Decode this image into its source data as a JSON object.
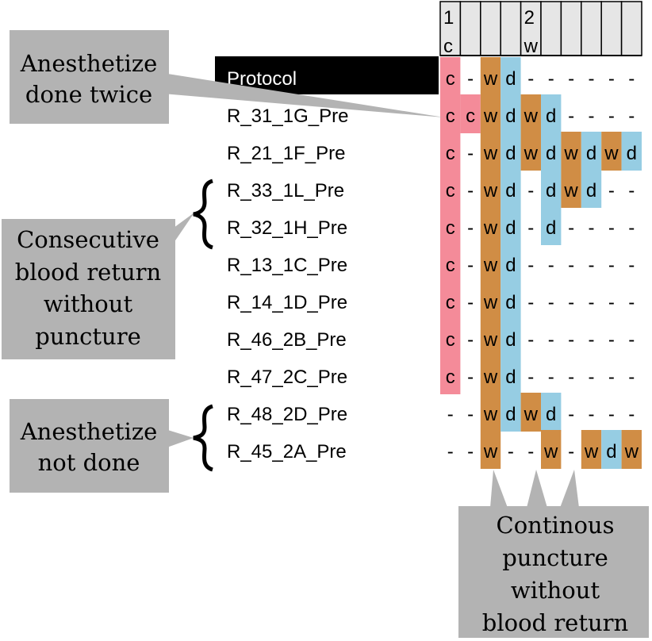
{
  "header_cells": [
    {
      "top": "1",
      "bottom": "c"
    },
    {
      "top": "",
      "bottom": ""
    },
    {
      "top": "",
      "bottom": ""
    },
    {
      "top": "",
      "bottom": ""
    },
    {
      "top": "2",
      "bottom": "w"
    },
    {
      "top": "",
      "bottom": ""
    },
    {
      "top": "",
      "bottom": ""
    },
    {
      "top": "",
      "bottom": ""
    },
    {
      "top": "",
      "bottom": ""
    },
    {
      "top": "",
      "bottom": ""
    }
  ],
  "rows": [
    {
      "label": "Protocol",
      "seq": "c-wd------",
      "is_protocol": true
    },
    {
      "label": "R_31_1G_Pre",
      "seq": "ccwdwd----"
    },
    {
      "label": "R_21_1F_Pre",
      "seq": "c-wdwdwdwd"
    },
    {
      "label": "R_33_1L_Pre",
      "seq": "c-wd-dwd--"
    },
    {
      "label": "R_32_1H_Pre",
      "seq": "c-wd-d----"
    },
    {
      "label": "R_13_1C_Pre",
      "seq": "c-wd------"
    },
    {
      "label": "R_14_1D_Pre",
      "seq": "c-wd------"
    },
    {
      "label": "R_46_2B_Pre",
      "seq": "c-wd------"
    },
    {
      "label": "R_47_2C_Pre",
      "seq": "c-wd------"
    },
    {
      "label": "R_48_2D_Pre",
      "seq": "--wdwd----"
    },
    {
      "label": "R_45_2A_Pre",
      "seq": "--w--w-wdw"
    }
  ],
  "colors": {
    "c": "#F48B99",
    "w": "#D08D45",
    "d": "#96CDE3",
    "header_fill": "#E6E6E6",
    "protocol_fill": "#000000",
    "callout_fill": "#B3B3B3"
  },
  "callouts": {
    "twice": [
      "Anesthetize",
      "done twice"
    ],
    "consecutive": [
      "Consecutive",
      "blood return",
      "without",
      "puncture"
    ],
    "not_done": [
      "Anesthetize",
      "not done"
    ],
    "continuous": [
      "Continous",
      "puncture",
      "without",
      "blood return"
    ]
  }
}
